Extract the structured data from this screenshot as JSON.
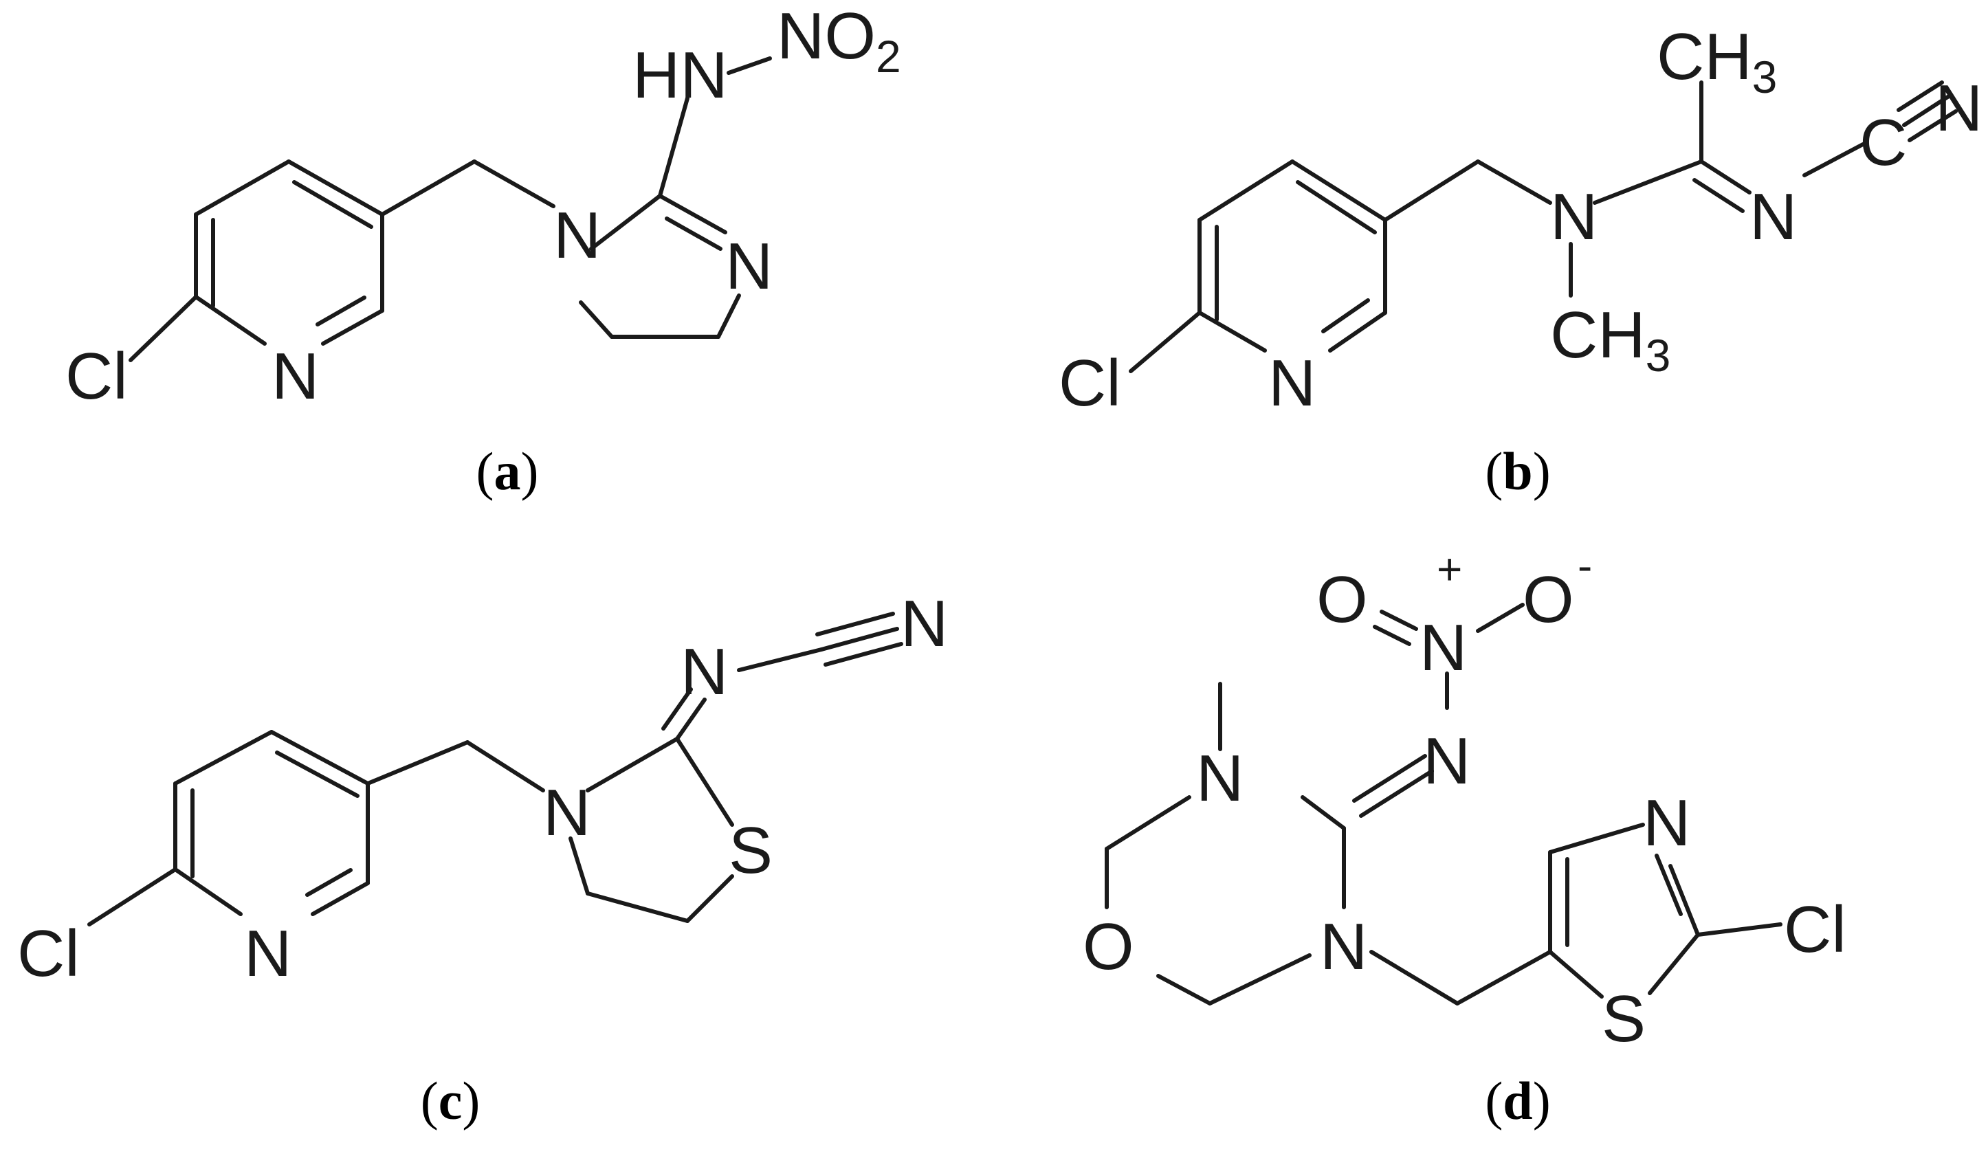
{
  "panels": {
    "a": {
      "caption_letter": "a",
      "atoms": {
        "cl": "Cl",
        "n_ring": "N",
        "n1": "N",
        "n3": "N",
        "hn": "HN",
        "no": "NO",
        "two": "2"
      }
    },
    "b": {
      "caption_letter": "b",
      "atoms": {
        "cl": "Cl",
        "n_ring": "N",
        "n_amine": "N",
        "ch": "CH",
        "three_top": "3",
        "n_imine": "N",
        "c_nitrile": "C",
        "n_nitrile": "N",
        "ch_bottom": "CH",
        "three_bottom": "3"
      }
    },
    "c": {
      "caption_letter": "c",
      "atoms": {
        "cl": "Cl",
        "n_ring": "N",
        "n3": "N",
        "s": "S",
        "n_imine": "N",
        "n_nitrile": "N"
      }
    },
    "d": {
      "caption_letter": "d",
      "atoms": {
        "o_left": "O",
        "n_nitro": "N",
        "o_right": "O",
        "plus": "+",
        "minus": "-",
        "n_imine": "N",
        "n_methyl": "N",
        "o_ring": "O",
        "n_ring": "N",
        "n_thiazole": "N",
        "s": "S",
        "cl": "Cl"
      }
    }
  }
}
